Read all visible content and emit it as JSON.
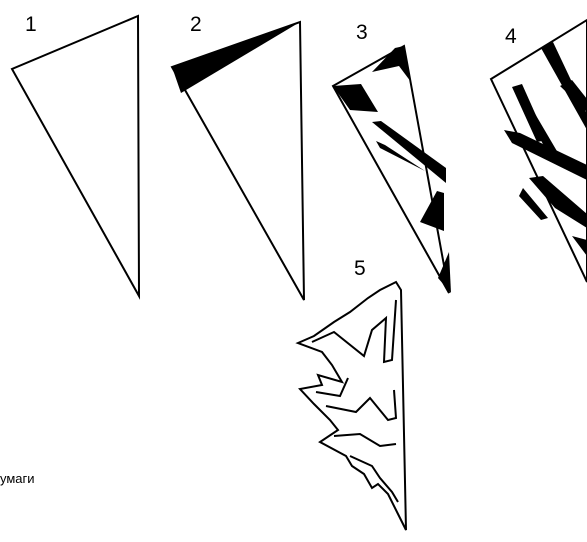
{
  "steps": [
    {
      "label": "1"
    },
    {
      "label": "2"
    },
    {
      "label": "3"
    },
    {
      "label": "4"
    },
    {
      "label": "5"
    }
  ],
  "caption": "умаги",
  "colors": {
    "background": "#ffffff",
    "outline": "#000000",
    "cut_fill": "#000000"
  }
}
